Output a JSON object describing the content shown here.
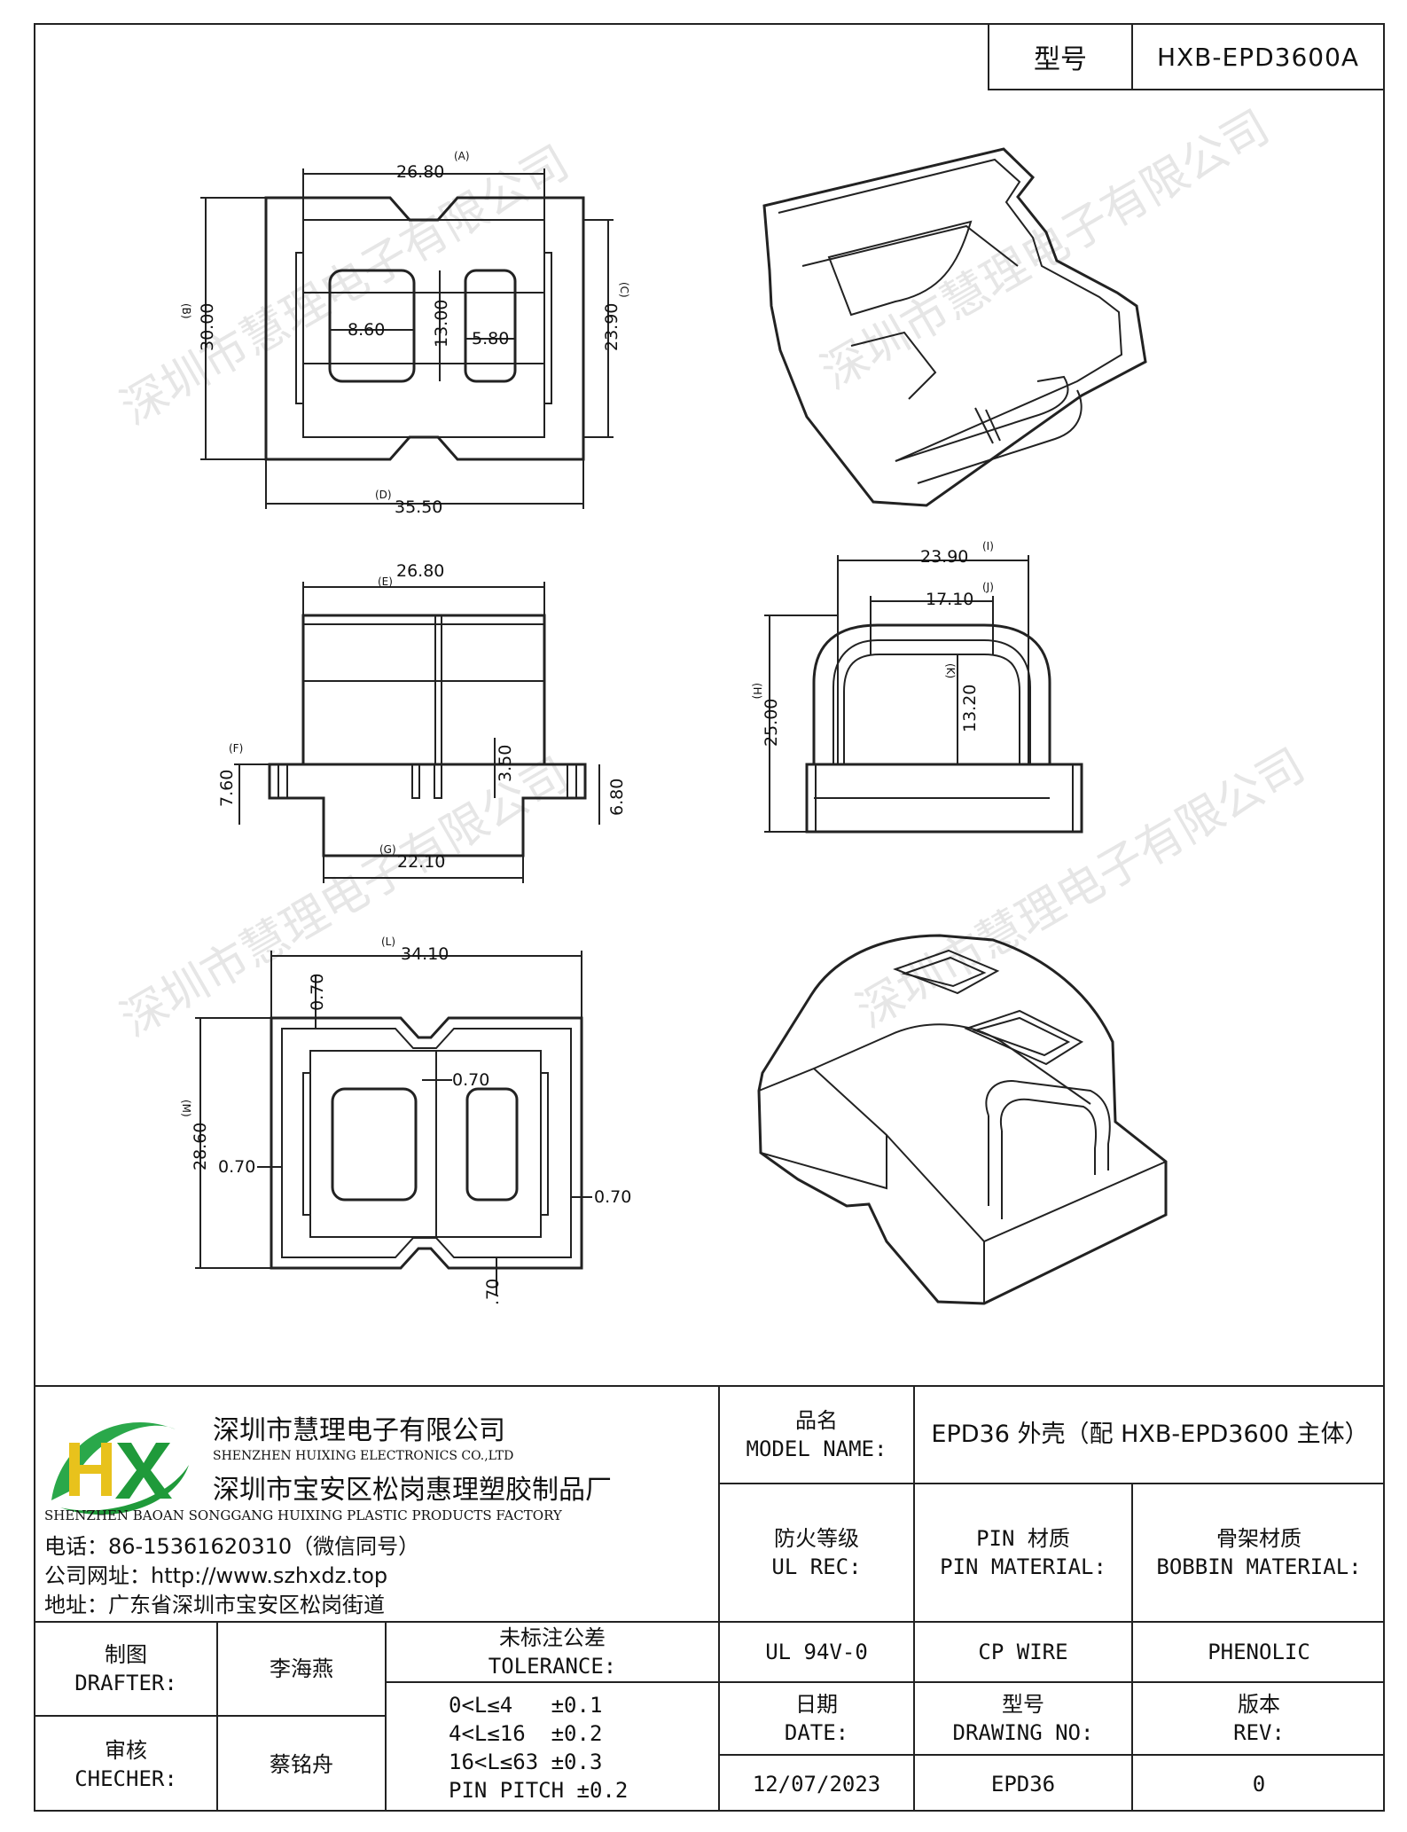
{
  "header": {
    "model_label": "型号",
    "model_value": "HXB-EPD3600A"
  },
  "watermark": "深圳市慧理电子有限公司",
  "views": {
    "top": {
      "A": "26.80",
      "A_tag": "(A)",
      "B": "30.00",
      "B_tag": "(B)",
      "C": "23.90",
      "C_tag": "(C)",
      "D": "35.50",
      "D_tag": "(D)",
      "win1": "8.60",
      "win_h": "13.00",
      "win2": "5.80"
    },
    "front": {
      "E": "26.80",
      "E_tag": "(E)",
      "F": "7.60",
      "F_tag": "(F)",
      "G": "22.10",
      "G_tag": "(G)",
      "h1": "3.50",
      "h2": "6.80"
    },
    "side": {
      "I": "23.90",
      "I_tag": "(I)",
      "J": "17.10",
      "J_tag": "(J)",
      "H": "25.00",
      "H_tag": "(H)",
      "K": "13.20",
      "K_tag": "(K)"
    },
    "bottom": {
      "L": "34.10",
      "L_tag": "(L)",
      "M": "28.60",
      "M_tag": "(M)",
      "t1": "0.70",
      "t2": "0.70",
      "t3": "0.70",
      "t4": "0.70",
      "t5": ".70"
    }
  },
  "company": {
    "name_cn": "深圳市慧理电子有限公司",
    "name_en": "SHENZHEN HUIXING ELECTRONICS CO.,LTD",
    "factory_cn": "深圳市宝安区松岗惠理塑胶制品厂",
    "factory_en": "SHENZHEN BAOAN SONGGANG HUIXING PLASTIC PRODUCTS FACTORY",
    "phone": "电话：86-15361620310（微信同号）",
    "website": "公司网址：http://www.szhxdz.top",
    "address": "地址：广东省深圳市宝安区松岗街道",
    "logo_text": "HX",
    "logo_colors": {
      "h": "#e8c21c",
      "x": "#1f9a3a",
      "swoosh": "#2aa84a"
    }
  },
  "table": {
    "model_name_label": [
      "品名",
      "MODEL NAME:"
    ],
    "model_name_value": "EPD36 外壳（配 HXB-EPD3600 主体）",
    "ul_label": [
      "防火等级",
      "UL REC:"
    ],
    "pin_label": [
      "PIN 材质",
      "PIN MATERIAL:"
    ],
    "bobbin_label": [
      "骨架材质",
      "BOBBIN MATERIAL:"
    ],
    "ul_value": "UL 94V-0",
    "pin_value": "CP WIRE",
    "bobbin_value": "PHENOLIC",
    "drafter_label": [
      "制图",
      "DRAFTER:"
    ],
    "drafter_value": "李海燕",
    "checker_label": [
      "审核",
      "CHECHER:"
    ],
    "checker_value": "蔡铭舟",
    "tolerance_label": [
      "未标注公差",
      "TOLERANCE:"
    ],
    "tolerance_rows": [
      "0<L≤4   ±0.1",
      "4<L≤16  ±0.2",
      "16<L≤63 ±0.3",
      "PIN PITCH ±0.2"
    ],
    "date_label": [
      "日期",
      "DATE:"
    ],
    "drawing_label": [
      "型号",
      "DRAWING NO:"
    ],
    "rev_label": [
      "版本",
      "REV:"
    ],
    "date_value": "12/07/2023",
    "drawing_value": "EPD36",
    "rev_value": "0"
  }
}
